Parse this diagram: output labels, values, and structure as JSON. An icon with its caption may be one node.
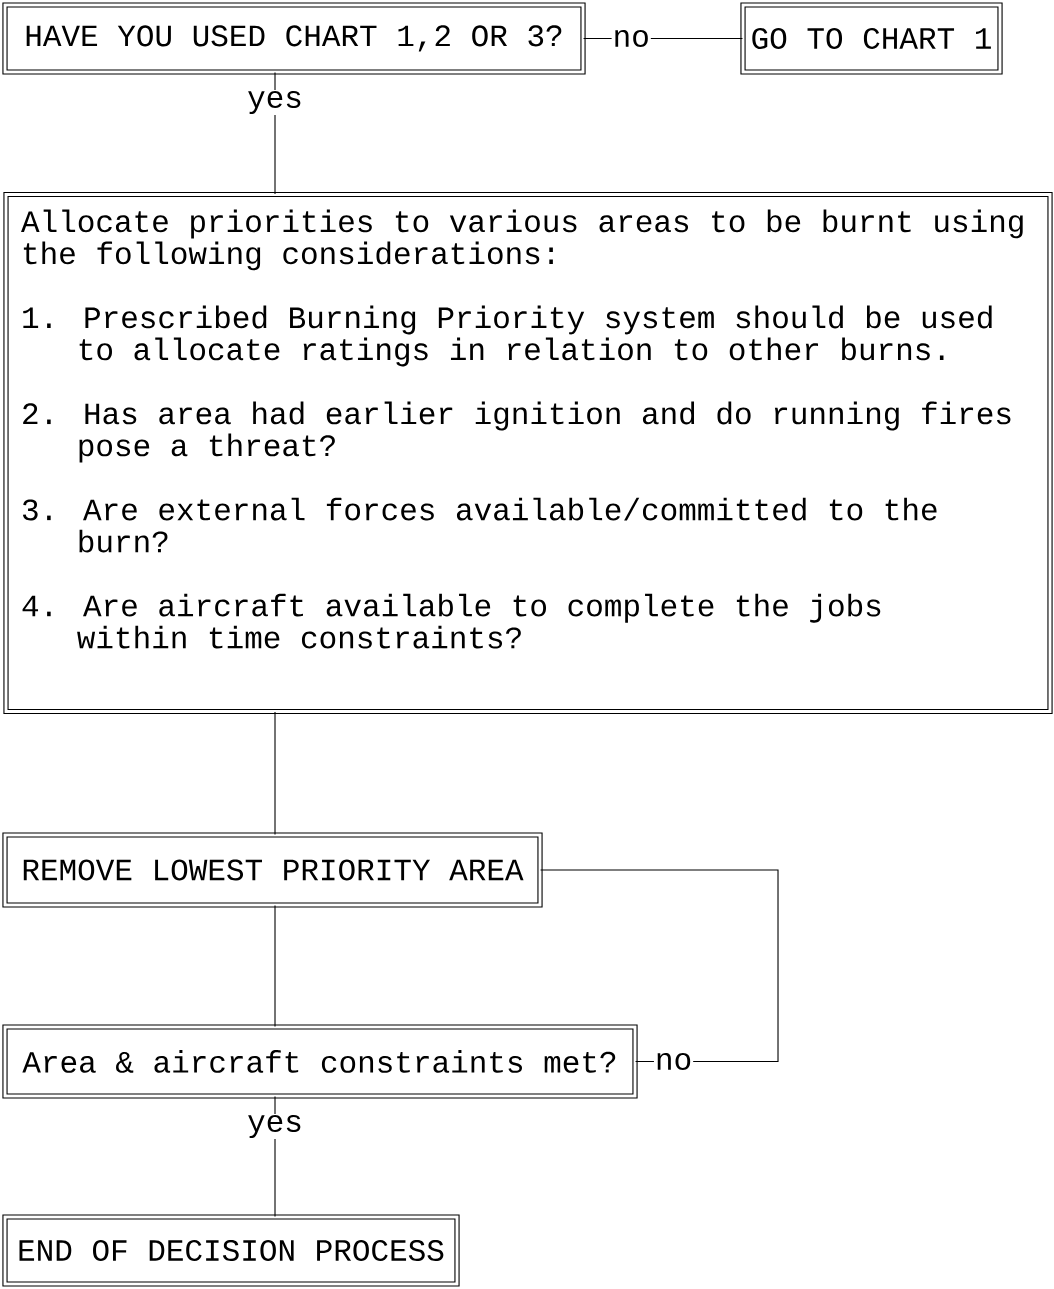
{
  "diagram": {
    "nodes": [
      {
        "text": [
          "HAVE YOU USED CHART 1,2 OR 3?"
        ]
      },
      {
        "text": [
          "GO TO CHART 1"
        ]
      },
      {
        "text": [
          "Allocate priorities to various areas to be burnt using the following considerations:",
          "1. Prescribed Burning Priority system should be used to allocate ratings in relation to other burns.",
          "2. Has area had earlier ignition and do running fires pose a threat?",
          "3. Are external forces available/committed to the burn?",
          "4. Are aircraft available to complete the jobs within time constraints?"
        ]
      },
      {
        "text": [
          "REMOVE LOWEST PRIORITY AREA"
        ]
      },
      {
        "text": [
          "Area & aircraft constraints met?"
        ]
      },
      {
        "text": [
          "END OF DECISION PROCESS"
        ]
      }
    ],
    "edges": [
      {
        "from": 0,
        "to": 1,
        "arrow": "none",
        "label": "no"
      },
      {
        "from": 0,
        "to": 2,
        "arrow": "none",
        "label": "yes"
      },
      {
        "from": 2,
        "to": 3,
        "arrow": "none"
      },
      {
        "from": 3,
        "to": 4,
        "arrow": "none"
      },
      {
        "from": 4,
        "to": 3,
        "arrow": "none",
        "label": "no"
      },
      {
        "from": 4,
        "to": 5,
        "arrow": "none",
        "label": "yes"
      }
    ]
  }
}
